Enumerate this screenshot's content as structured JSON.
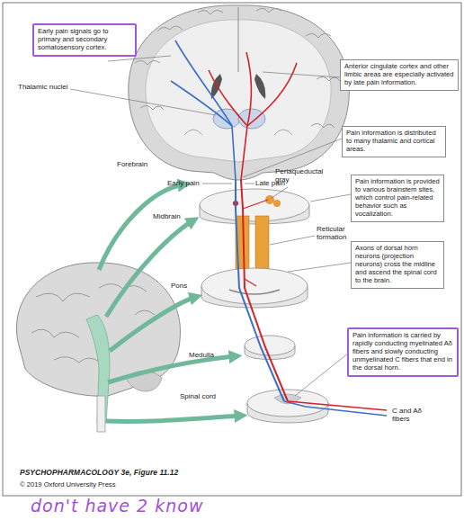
{
  "diagram": {
    "nodes": [
      {
        "text": [
          "Early pain signals go to primary and secondary somatosensory cortex."
        ]
      },
      {
        "text": [
          "Anterior cingulate cortex and other limbic areas are especially activated by late pain information."
        ]
      },
      {
        "text": [
          "Pain information is distributed to many thalamic and cortical areas."
        ]
      },
      {
        "text": [
          "Pain information is provided to various brainstem sites, which control pain-related behavior such as vocalization."
        ]
      },
      {
        "text": [
          "Axons of dorsal horn neurons (projection neurons) cross the midline and ascend the spinal cord to the brain."
        ]
      },
      {
        "text": [
          "Pain information is carried by rapidly conducting myelinated Aδ fibers and slowly conducting unmyelinated C fibers that end in the dorsal horn."
        ]
      }
    ],
    "labels": [
      "Thalamic nuclei",
      "Forebrain",
      "Early pain",
      "Late pain",
      "Periaqueductal gray",
      "Midbrain",
      "Reticular formation",
      "Pons",
      "Medulla",
      "Spinal cord",
      "C and Aδ fibers",
      "PSYCHOPHARMACOLOGY 3e, Figure 11.12",
      "© 2019 Oxford University Press",
      "don't have 2 know"
    ]
  }
}
